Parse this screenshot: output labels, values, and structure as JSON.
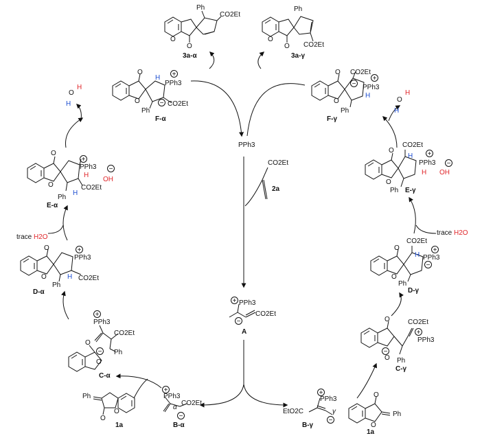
{
  "center": {
    "catalyst": "PPh3",
    "reagent_formula": "CO2Et",
    "reagent_label": "2a",
    "intermediate_group": "PPh3",
    "intermediate_ester": "CO2Et",
    "intermediate_label": "A"
  },
  "left_cycle": {
    "product_label": "3a-α",
    "F_label": "F-α",
    "E_label": "E-α",
    "D_label": "D-α",
    "C_label": "C-α",
    "B_label": "B-α",
    "substrate_label": "1a",
    "trace_water_prefix": "trace ",
    "trace_water_h2o": "H2O"
  },
  "right_cycle": {
    "product_label": "3a-γ",
    "F_label": "F-γ",
    "E_label": "E-γ",
    "D_label": "D-γ",
    "C_label": "C-γ",
    "B_label": "B-γ",
    "substrate_label": "1a",
    "trace_water_prefix": "trace ",
    "trace_water_h2o": "H2O"
  },
  "text": {
    "ph": "Ph",
    "pph3": "PPh3",
    "co2et": "CO2Et",
    "eto2c": "EtO2C",
    "o": "O",
    "h": "H",
    "oh": "OH",
    "alpha": "α",
    "gamma": "γ",
    "plus": "+",
    "minus": "−"
  }
}
